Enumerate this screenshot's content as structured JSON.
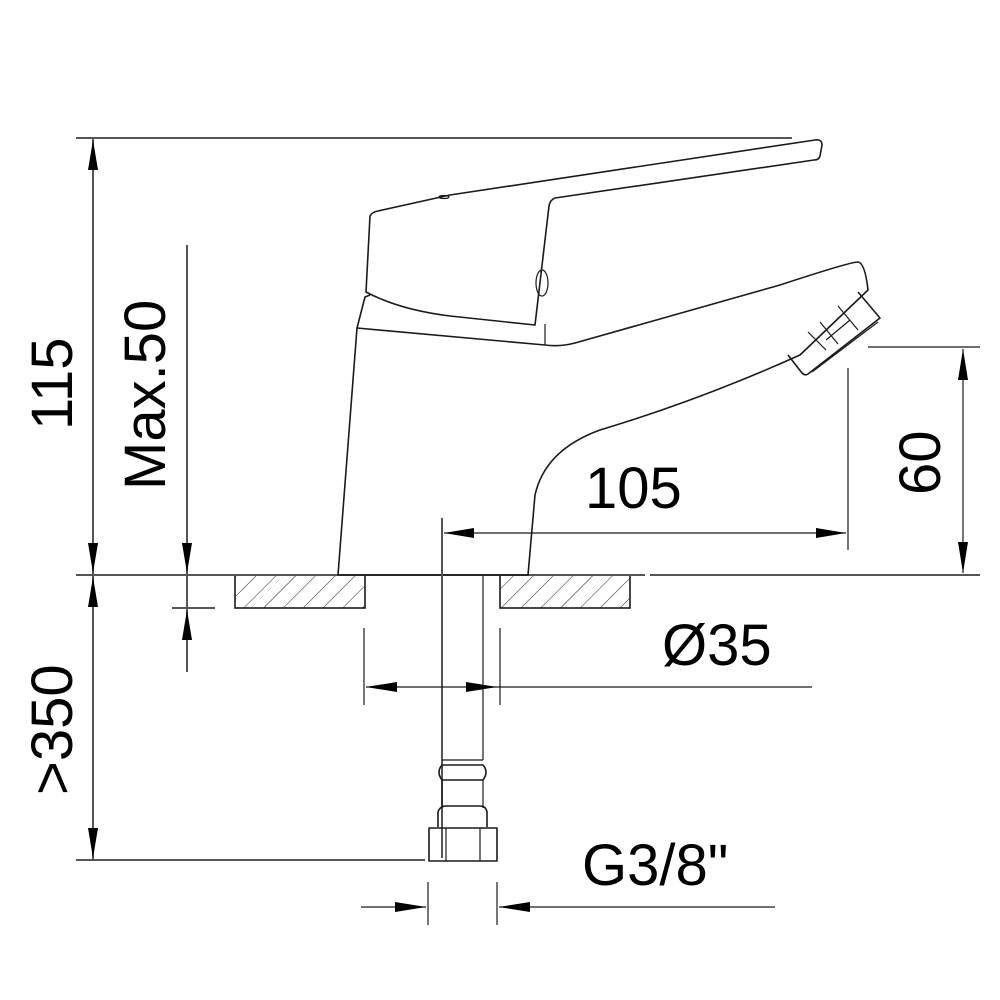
{
  "drawing": {
    "subject": "Single-lever basin mixer tap — side elevation with dimensions",
    "units": "mm",
    "background": "#ffffff",
    "line_color": "#1a1a1a"
  },
  "dimensions": {
    "overall_height": {
      "label": "115"
    },
    "max_deck_thickness": {
      "label": "Max.50"
    },
    "below_deck_length": {
      "label": ">350"
    },
    "spout_reach": {
      "label": "105"
    },
    "spout_outlet_height": {
      "label": "60"
    },
    "mounting_hole_diameter": {
      "label": "Ø35"
    },
    "connection_thread": {
      "label": "G3/8\""
    }
  },
  "parts": [
    "lever-handle",
    "mixer-body",
    "spout",
    "aerator",
    "countertop-section",
    "supply-hose",
    "hose-nut"
  ]
}
